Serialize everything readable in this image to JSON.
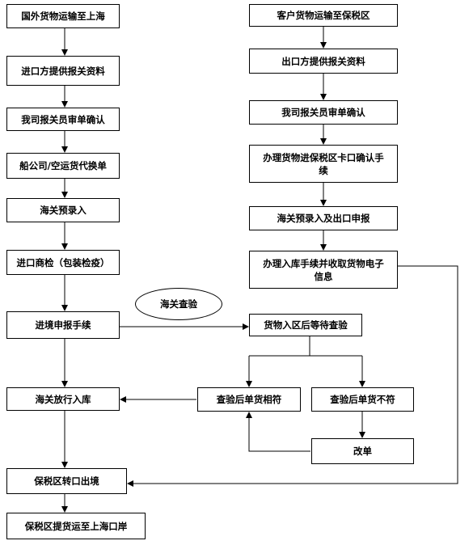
{
  "left_flow": {
    "step1": "国外货物运输至上海",
    "step2": "进口方提供报关资料",
    "step3": "我司报关员审单确认",
    "step4": "船公司/空运货代换单",
    "step5": "海关预录入",
    "step6": "进口商检（包装检疫）",
    "step7": "进境申报手续",
    "step8": "海关放行入库",
    "step9": "保税区转口出境",
    "step10": "保税区提货运至上海口岸"
  },
  "right_flow": {
    "step1": "客户货物运输至保税区",
    "step2": "出口方提供报关资料",
    "step3": "我司报关员审单确认",
    "step4": "办理货物进保税区卡口确认手续",
    "step5": "海关预录入及出口申报",
    "step6": "办理入库手续并收取货物电子信息",
    "step7": "货物入区后等待查验",
    "match": "查验后单货相符",
    "mismatch": "查验后单货不符",
    "revise": "改单"
  },
  "connector_label": "海关查验"
}
